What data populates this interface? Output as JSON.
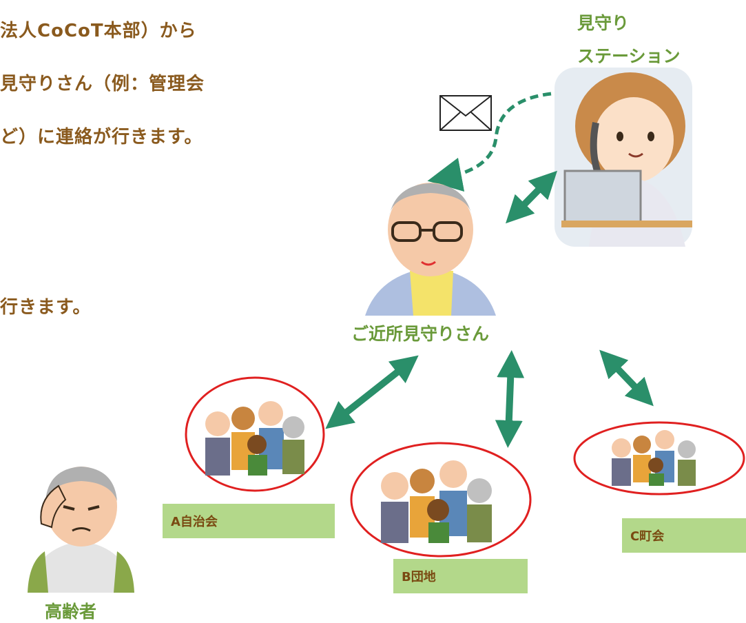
{
  "intro_text": {
    "line1": "法人CoCoT本部）から",
    "line2": "見守りさん（例：管理会",
    "line3": "ど）に連絡が行きます。",
    "line4": "行きます。"
  },
  "station": {
    "label_line1": "見守り",
    "label_line2": "ステーション"
  },
  "neighbor": {
    "label": "ご近所見守りさん"
  },
  "elder": {
    "label": "高齢者"
  },
  "groups": [
    {
      "label": "A自治会"
    },
    {
      "label": "B団地"
    },
    {
      "label": "C町会"
    }
  ],
  "colors": {
    "arrow": "#2a8f6a",
    "ellipse": "#e02020",
    "label_box": "#b3d88a",
    "body_text": "#8a5a1e",
    "accent_text": "#6a9a3a"
  },
  "icons": [
    "envelope-icon",
    "dashed-arrow-icon",
    "double-arrow-icon"
  ]
}
